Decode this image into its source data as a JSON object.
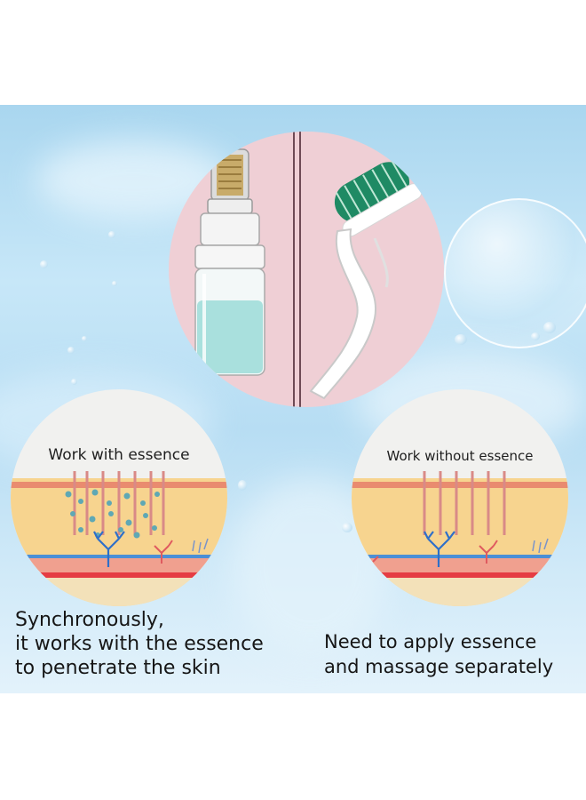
{
  "labels": {
    "left_circle": "Work with essence",
    "right_circle": "Work without essence"
  },
  "captions": {
    "left": [
      "Synchronously,",
      "it works with the essence",
      "to penetrate the skin"
    ],
    "right": [
      "Need to apply essence",
      "and massage separately"
    ]
  },
  "illustrations": {
    "top_left": "hydra-roller-bottle",
    "top_right": "derma-roller",
    "left_skin": "skin-layers-with-essence",
    "right_skin": "skin-layers-without-essence"
  },
  "colors": {
    "background": "#b7ddf3",
    "top_circle": "#efcfd5",
    "skin_yellow": "#f7d48f",
    "skin_stripe": "#e98b6f",
    "blood_red": "#e53c43",
    "essence_dots": "#5fa8b4",
    "roller_green": "#1f8a64"
  }
}
